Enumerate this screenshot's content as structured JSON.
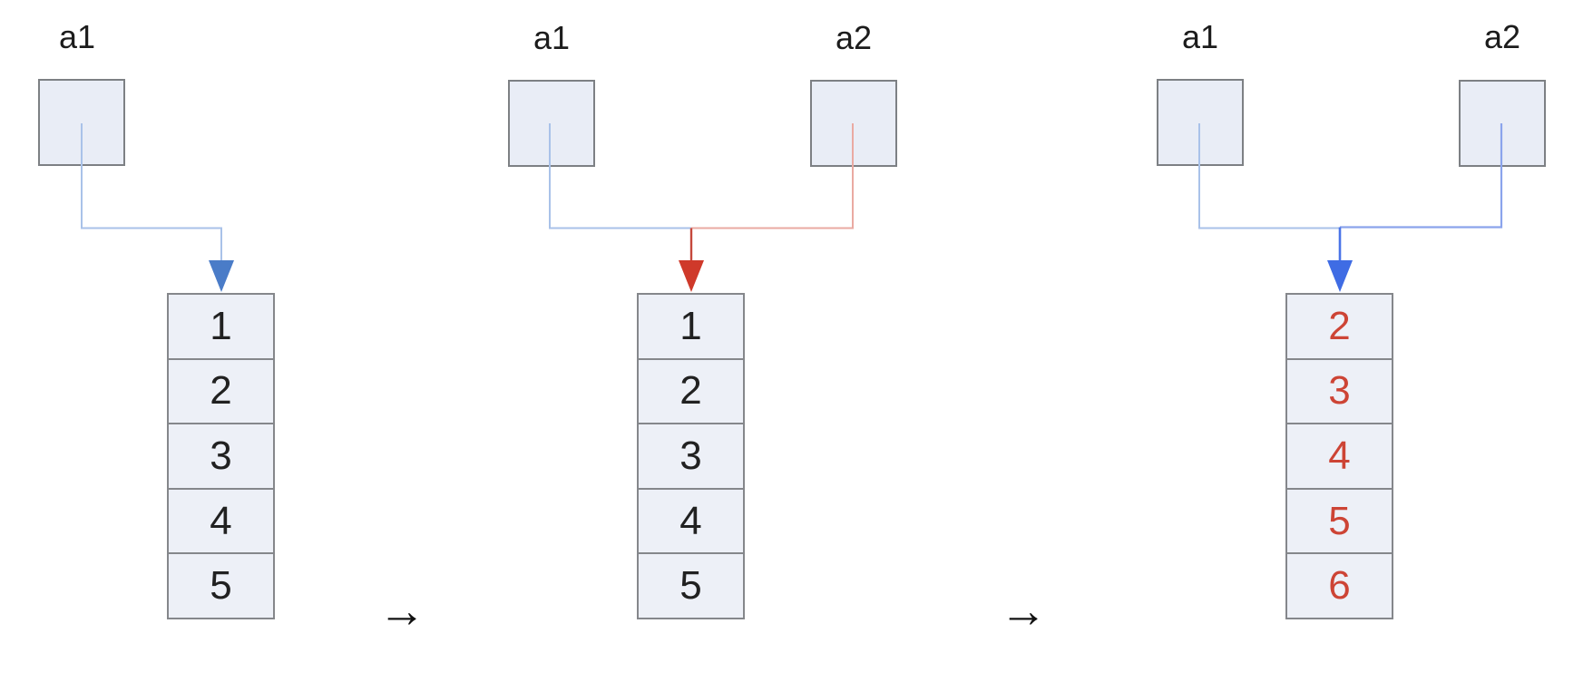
{
  "diagram": {
    "description_label": "array-aliasing-diagram"
  },
  "colors": {
    "box_fill": "#e9edf6",
    "box_border": "#7d8084",
    "cell_fill": "#edf0f7",
    "cell_border": "#85878b",
    "label_text": "#1c1c1c",
    "value_text_black": "#212121",
    "value_text_red": "#cd4435",
    "light_blue_line": "#a9c2e9",
    "steel_blue_arrow": "#4a7cc8",
    "light_red_line": "#eaaaa2",
    "red_line": "#c5483c",
    "red_arrow": "#cf392a",
    "medium_blue_line": "#8ba4ec",
    "vivid_blue_line": "#4a74e8",
    "vivid_blue_arrow": "#3f6ce4",
    "transition_arrow_color": "#111111"
  },
  "transition_arrows": [
    {
      "glyph": "→"
    },
    {
      "glyph": "→"
    }
  ],
  "panels": [
    {
      "name": "initial-state",
      "boxes": [
        {
          "label": "a1"
        }
      ],
      "array": {
        "values": [
          "1",
          "2",
          "3",
          "4",
          "5"
        ],
        "value_color": "#212121"
      }
    },
    {
      "name": "after-aliasing",
      "boxes": [
        {
          "label": "a1"
        },
        {
          "label": "a2"
        }
      ],
      "array": {
        "values": [
          "1",
          "2",
          "3",
          "4",
          "5"
        ],
        "value_color": "#212121"
      }
    },
    {
      "name": "after-mutation",
      "boxes": [
        {
          "label": "a1"
        },
        {
          "label": "a2"
        }
      ],
      "array": {
        "values": [
          "2",
          "3",
          "4",
          "5",
          "6"
        ],
        "value_color": "#cd4435"
      }
    }
  ]
}
